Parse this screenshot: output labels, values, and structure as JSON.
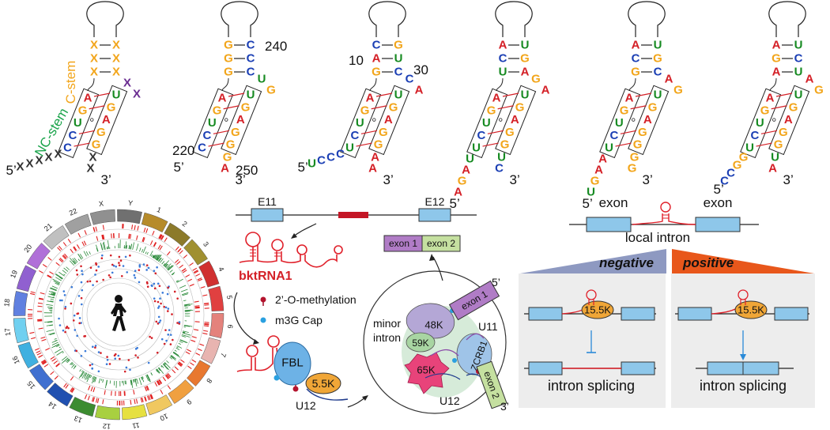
{
  "colors": {
    "A": "#d42027",
    "C": "#1b3fb4",
    "G": "#f2a51a",
    "U": "#168a21",
    "X": "#333333",
    "x": "#6a2c91",
    "rna": "#e0202a",
    "exon": "#8ec7ea",
    "negative": "#8e99c1",
    "positive": "#e8571b",
    "panel": "#eeeeee",
    "cstem": "#f2a51a",
    "ncstem": "#19a34a",
    "fbl": "#6db2e6",
    "k55": "#f0a637",
    "k65": "#e8437a",
    "k48": "#b4a7d6",
    "k59": "#a8d5a2",
    "zcrb1": "#9fc4e8",
    "exon1box": "#b07cc6",
    "exon2box": "#c5e0a0"
  },
  "stem_labels": {
    "cstem": "C-stem",
    "ncstem": "NC-stem"
  },
  "structures": [
    {
      "id": "s1",
      "cstem": [
        [
          "X",
          "X"
        ],
        [
          "X",
          "X"
        ],
        [
          "X",
          "X"
        ]
      ],
      "cstem_bulge": [
        "X",
        "X"
      ],
      "nc_left": [
        "A",
        "G",
        "U",
        "C",
        "C"
      ],
      "nc_right": [
        "U",
        "G",
        "A",
        "G",
        "G"
      ],
      "tail_5": [
        "X",
        "X",
        "X",
        "X",
        "X"
      ],
      "tail_3": [
        "X",
        "X"
      ],
      "end5": "5’",
      "end3": "3’"
    },
    {
      "id": "s2",
      "cstem": [
        [
          "G",
          "C"
        ],
        [
          "G",
          "C"
        ],
        [
          "G",
          "C"
        ]
      ],
      "cstem_bulge": [
        "U",
        "G"
      ],
      "nc_left": [
        "A",
        "G",
        "U",
        "C",
        "C"
      ],
      "nc_right": [
        "U",
        "G",
        "A",
        "G",
        "G"
      ],
      "tail_5": [],
      "tail_3": [
        "G",
        "A"
      ],
      "num_240": "240",
      "num_220": "220",
      "num_250": "250",
      "end5": "5’",
      "end3": "3’"
    },
    {
      "id": "s3",
      "cstem": [
        [
          "C",
          "G"
        ],
        [
          "A",
          "U"
        ],
        [
          "G",
          "C"
        ]
      ],
      "cstem_bulge": [
        "C",
        "A"
      ],
      "nc_left": [
        "A",
        "G",
        "U",
        "C",
        "U"
      ],
      "nc_right": [
        "U",
        "G",
        "A",
        "G",
        "G"
      ],
      "tail_5": [
        "C",
        "C",
        "C",
        "U"
      ],
      "tail_3": [
        "A",
        "A"
      ],
      "num_10": "10",
      "num_30": "30",
      "end5": "5’",
      "end3": "3’"
    },
    {
      "id": "s4",
      "cstem": [
        [
          "A",
          "U"
        ],
        [
          "C",
          "G"
        ],
        [
          "U",
          "A"
        ]
      ],
      "cstem_bulge": [
        "G",
        "A"
      ],
      "nc_left": [
        "A",
        "G",
        "U",
        "C",
        "U"
      ],
      "nc_right": [
        "U",
        "G",
        "A",
        "G",
        "G"
      ],
      "tail_5": [
        "U",
        "A",
        "G",
        "A"
      ],
      "tail_3": [
        "U",
        "C"
      ],
      "end5": "5’",
      "end3": "3’"
    },
    {
      "id": "s5",
      "cstem": [
        [
          "A",
          "U"
        ],
        [
          "C",
          "G"
        ],
        [
          "G",
          "C"
        ]
      ],
      "cstem_bulge": [
        "A",
        "G"
      ],
      "nc_left": [
        "A",
        "G",
        "U",
        "C",
        "U"
      ],
      "nc_right": [
        "U",
        "G",
        "A",
        "G",
        "G"
      ],
      "tail_5": [
        "A",
        "A",
        "G",
        "U"
      ],
      "tail_3": [
        "G",
        "G"
      ],
      "end5": "5’",
      "end3": "3’"
    },
    {
      "id": "s6",
      "cstem": [
        [
          "A",
          "U"
        ],
        [
          "G",
          "C"
        ],
        [
          "A",
          "U"
        ]
      ],
      "cstem_bulge": [
        "A",
        "G"
      ],
      "nc_left": [
        "A",
        "G",
        "U",
        "C",
        "U"
      ],
      "nc_right": [
        "U",
        "G",
        "A",
        "G",
        "G"
      ],
      "tail_5": [
        "G",
        "G",
        "C",
        "C"
      ],
      "tail_3": [
        "U",
        "A"
      ],
      "end5": "5’",
      "end3": "3’"
    }
  ],
  "circos": {
    "chromosomes": [
      "1",
      "2",
      "3",
      "4",
      "5",
      "6",
      "7",
      "8",
      "9",
      "10",
      "11",
      "12",
      "13",
      "14",
      "15",
      "16",
      "17",
      "18",
      "19",
      "20",
      "21",
      "22",
      "X",
      "Y"
    ],
    "chrom_colors": [
      "#b68b2a",
      "#8c7a2a",
      "#a09030",
      "#d03030",
      "#e04040",
      "#e4827c",
      "#e8b4b0",
      "#e87830",
      "#f0a040",
      "#f0c860",
      "#e6e040",
      "#a8d040",
      "#3c8c30",
      "#2050b0",
      "#4070d0",
      "#40b0e0",
      "#70d0f0",
      "#6080e0",
      "#9060d0",
      "#b070d8",
      "#c0c0c0",
      "#a0a0a0",
      "#909090",
      "#707070"
    ]
  },
  "splicing": {
    "gene_left": "E11",
    "gene_right": "E12",
    "rna_name": "bktRNA1",
    "legend_methyl": "2’-O-methylation",
    "legend_cap": "m3G Cap",
    "fbl": "FBL",
    "k55": "5.5K",
    "u12_left": "U12",
    "exon1": "exon 1",
    "exon2": "exon 2",
    "minor_intron": "minor\nintron",
    "k48": "48K",
    "k59": "59K",
    "k65": "65K",
    "zcrb1": "ZCRB1",
    "u11": "U11",
    "u12_right": "U12",
    "end5": "5’",
    "end3": "3’"
  },
  "right_panel": {
    "exon_left": "exon",
    "exon_right": "exon",
    "local_intron": "local intron",
    "negative": "negative",
    "positive": "positive",
    "k155": "15.5K",
    "intron_splicing": "intron splicing"
  }
}
